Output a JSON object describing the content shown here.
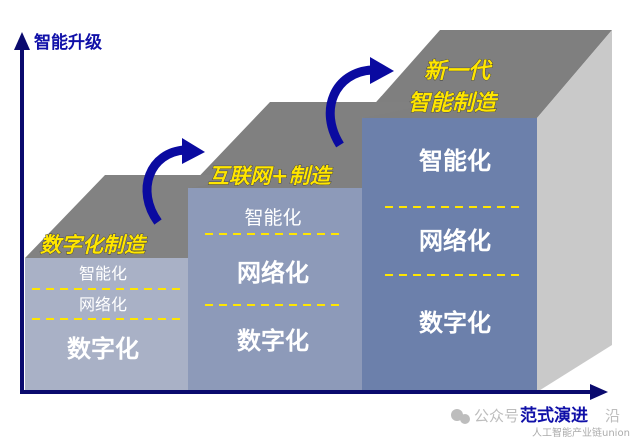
{
  "axes": {
    "y_label": "智能升级",
    "x_label": "范式演进"
  },
  "stages": [
    {
      "title": "数字化制造",
      "layers": [
        "智能化",
        "网络化",
        "数字化"
      ]
    },
    {
      "title": "互联网+制造",
      "layers": [
        "智能化",
        "网络化",
        "数字化"
      ]
    },
    {
      "title_lines": [
        "新一代",
        "智能制造"
      ],
      "layers": [
        "智能化",
        "网络化",
        "数字化"
      ]
    }
  ],
  "watermark": {
    "line1": "公众号",
    "line1_end": "沿",
    "line2": "人工智能产业链union"
  },
  "colors": {
    "stage1": "#a9b1c6",
    "stage2": "#8d9ab9",
    "stage3": "#6c80ab",
    "top": "#7f7f7f",
    "side": "#c8c8c8",
    "accent": "#ffe600",
    "axis": "#0a0a6e"
  }
}
